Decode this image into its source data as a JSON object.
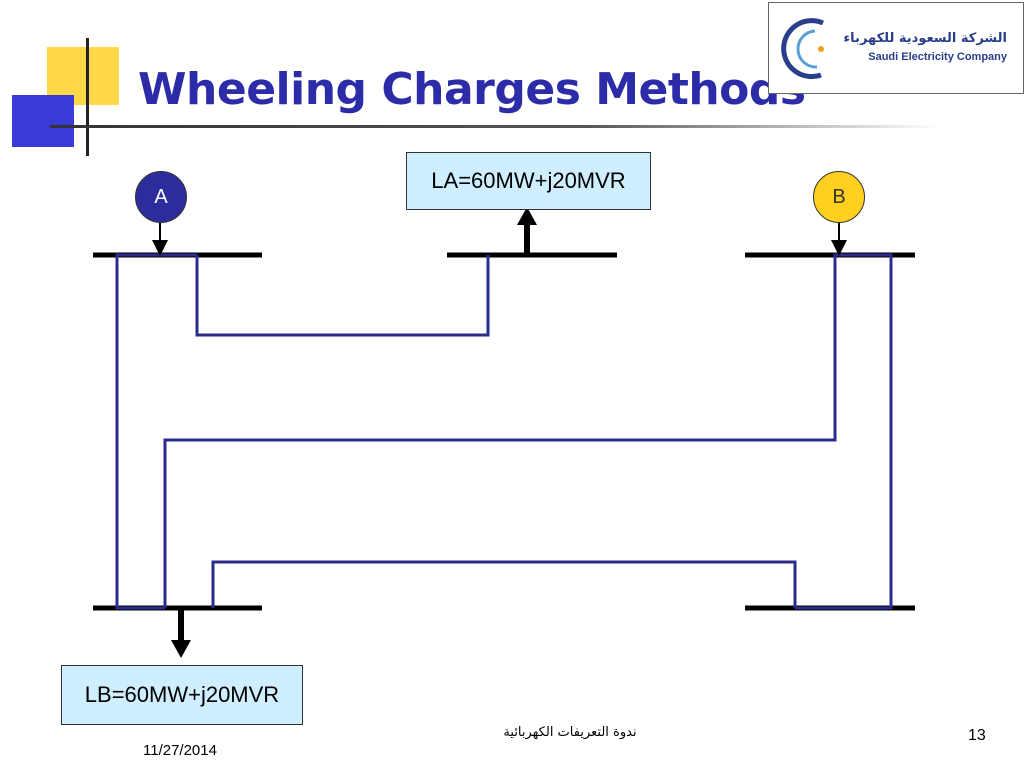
{
  "slide": {
    "title": "Wheeling Charges Methods",
    "logo": {
      "arabic": "الشركة السعودية للكهرباء",
      "english": "Saudi Electricity Company"
    }
  },
  "diagram": {
    "generators": [
      {
        "id": "A",
        "label": "A",
        "color": "#2c2c9c"
      },
      {
        "id": "B",
        "label": "B",
        "color": "#ffd020"
      }
    ],
    "loads": [
      {
        "id": "LA",
        "label": "LA=60MW+j20MVR"
      },
      {
        "id": "LB",
        "label": "LB=60MW+j20MVR"
      }
    ],
    "line_color": "#2c2c8c",
    "bus_color": "#000000"
  },
  "footer": {
    "date": "11/27/2014",
    "arabic_text": "ندوة التعريفات الكهربائية",
    "page_number": "13"
  }
}
